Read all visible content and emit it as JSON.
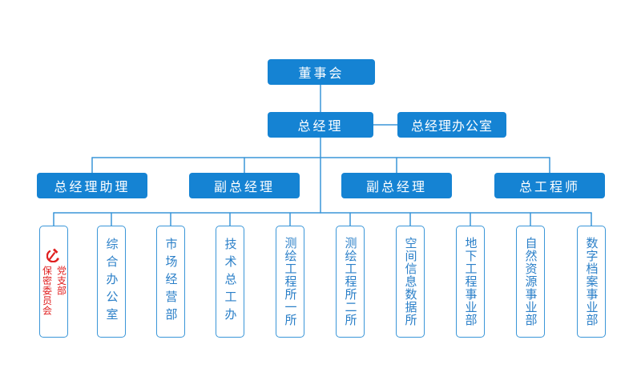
{
  "colors": {
    "box_fill": "#1583d3",
    "box_text": "#ffffff",
    "dept_border": "#3a96d8",
    "dept_text": "#2a7fc8",
    "line": "#3a96d8",
    "party": "#e02020"
  },
  "org": {
    "board": "董事会",
    "gm": "总经理",
    "gm_office": "总经理办公室",
    "deputies": [
      "总经理助理",
      "副总经理",
      "副总经理",
      "总工程师"
    ],
    "departments": [
      {
        "name": "党支部保密委员会",
        "col1": "党支部",
        "col2": "保密委员会",
        "icon": "hammer-sickle-icon"
      },
      {
        "name": "综合办公室"
      },
      {
        "name": "市场经营部"
      },
      {
        "name": "技术总工办"
      },
      {
        "name": "测绘工程所一所"
      },
      {
        "name": "测绘工程所二所"
      },
      {
        "name": "空间信息数据所"
      },
      {
        "name": "地下工程事业部"
      },
      {
        "name": "自然资源事业部"
      },
      {
        "name": "数字档案事业部"
      }
    ]
  }
}
